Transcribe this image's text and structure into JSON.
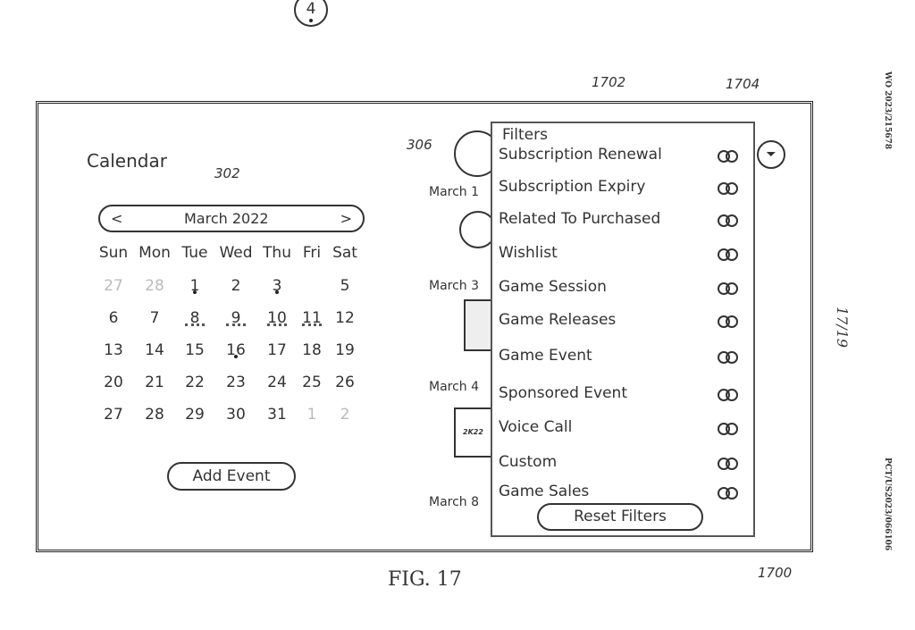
{
  "refs": {
    "calendar": "302",
    "event_icon": "306",
    "filter_panel": "1702",
    "toggle": "1704",
    "screen": "1700"
  },
  "header": {
    "doc_id": "WO 2023/215678",
    "app_no": "PCT/US2023/066106",
    "sheet": "17/19"
  },
  "figure_label": "FIG. 17",
  "calendar": {
    "title": "Calendar",
    "month": "March 2022",
    "prev": "<",
    "next": ">",
    "weekdays": [
      "Sun",
      "Mon",
      "Tue",
      "Wed",
      "Thu",
      "Fri",
      "Sat"
    ],
    "weeks": [
      [
        "27",
        "28",
        "1",
        "2",
        "3",
        "4",
        "5"
      ],
      [
        "6",
        "7",
        "8",
        "9",
        "10",
        "11",
        "12"
      ],
      [
        "13",
        "14",
        "15",
        "16",
        "17",
        "18",
        "19"
      ],
      [
        "20",
        "21",
        "22",
        "23",
        "24",
        "25",
        "26"
      ],
      [
        "27",
        "28",
        "29",
        "30",
        "31",
        "1",
        "2"
      ]
    ],
    "selected": "4",
    "add_event": "Add Event"
  },
  "events": {
    "dates": [
      "March 1",
      "March 3",
      "March 4",
      "March 8"
    ],
    "game_tile_text": "2K22"
  },
  "filters": {
    "title": "Filters",
    "items": [
      "Subscription Renewal",
      "Subscription Expiry",
      "Related To Purchased",
      "Wishlist",
      "Game Session",
      "Game Releases",
      "Game Event",
      "Sponsored Event",
      "Voice Call",
      "Custom",
      "Game Sales"
    ],
    "reset": "Reset Filters"
  }
}
